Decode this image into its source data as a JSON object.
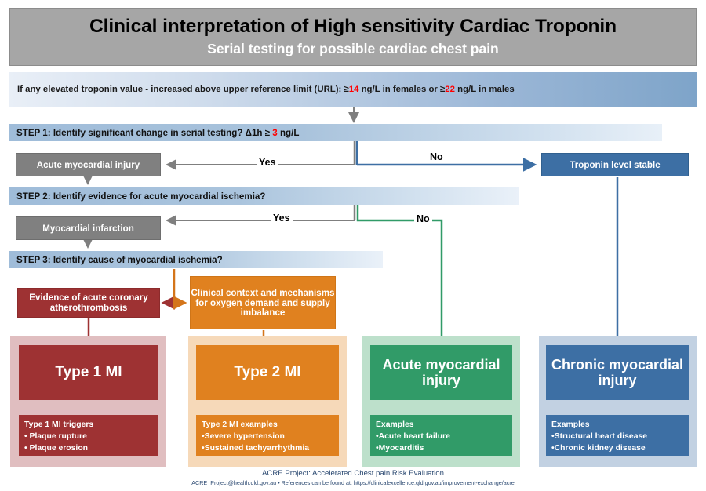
{
  "header": {
    "title": "Clinical interpretation of High sensitivity Cardiac Troponin",
    "subtitle": "Serial testing for possible cardiac chest pain"
  },
  "url_banner": {
    "text_before": "If any elevated troponin value - increased above upper reference limit (URL): ≥",
    "female_value": "14",
    "text_mid": " ng/L in females or ≥",
    "male_value": "22",
    "text_after": " ng/L in males"
  },
  "steps": {
    "step1": {
      "label": "STEP 1: Identify significant change in serial testing?   Δ1h ≥ ",
      "value": "3",
      "unit": " ng/L"
    },
    "step2": {
      "label": "STEP 2: Identify evidence for acute myocardial ischemia?"
    },
    "step3": {
      "label": "STEP 3: Identify cause of myocardial ischemia?"
    }
  },
  "nodes": {
    "acute_myocardial_injury": "Acute myocardial injury",
    "myocardial_infarction": "Myocardial infarction",
    "troponin_level_stable": "Troponin level stable",
    "evidence_acs": "Evidence of acute coronary atherothrombosis",
    "clinical_context": "Clinical context and mechanisms for oxygen demand and supply imbalance"
  },
  "connectors": {
    "step1_yes": "Yes",
    "step1_no": "No",
    "step2_yes": "Yes",
    "step2_no": "No"
  },
  "panels": [
    {
      "id": "type-1-mi",
      "title": "Type 1 MI",
      "body_heading": "Type 1 MI triggers",
      "bullets": [
        "• Plaque rupture",
        "• Plaque erosion"
      ],
      "accent": "#9e3233",
      "tint": "#e0bec0"
    },
    {
      "id": "type-2-mi",
      "title": "Type 2 MI",
      "body_heading": "Type 2 MI examples",
      "bullets": [
        "•Severe hypertension",
        "•Sustained tachyarrhythmia"
      ],
      "accent": "#e0811f",
      "tint": "#f6d9b9"
    },
    {
      "id": "acute-myocardial-injury",
      "title": "Acute myocardial injury",
      "body_heading": "Examples",
      "bullets": [
        "•Acute heart failure",
        "•Myocarditis"
      ],
      "accent": "#319b68",
      "tint": "#bde0cb"
    },
    {
      "id": "chronic-myocardial-injury",
      "title": "Chronic myocardial injury",
      "body_heading": "Examples",
      "bullets": [
        "•Structural heart disease",
        "•Chronic kidney disease"
      ],
      "accent": "#3d6fa4",
      "tint": "#c2d1e2"
    }
  ],
  "footer": {
    "line1": "ACRE Project: Accelerated Chest pain Risk Evaluation",
    "email": "ACRE_Project@health.qld.gov.au",
    "separator": " • References can be found at: ",
    "url": "https://clinicalexcellence.qld.gov.au/improvement-exchange/acre"
  },
  "colors": {
    "header_gray": "#a6a6a6",
    "gray_node": "#808080",
    "blue": "#3d6fa4",
    "green": "#319b68",
    "red": "#9e3233",
    "orange": "#e0811f",
    "highlight_red": "#ff0000"
  }
}
